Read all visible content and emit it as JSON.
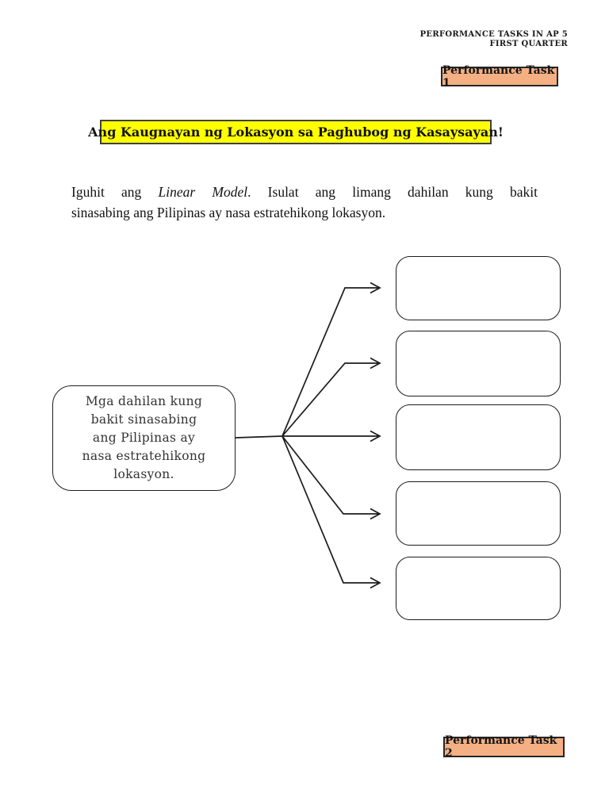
{
  "page": {
    "header": {
      "line1": "PERFORMANCE TASKS IN AP 5",
      "line2": "FIRST QUARTER"
    },
    "badges": {
      "task1": "Performance Task 1",
      "task2": "Performance Task 2"
    },
    "title": "Ang Kaugnayan ng Lokasyon sa Paghubog ng Kasaysayan!",
    "instructions": {
      "line1_pre": "Iguhit ang ",
      "line1_italic": "Linear Model",
      "line1_post": ". Isulat ang limang dahilan kung bakit",
      "line2": "sinasabing ang Pilipinas ay nasa estratehikong lokasyon."
    },
    "diagram": {
      "center_label": "Mga dahilan kung bakit sinasabing ang Pilipinas ay nasa estratehikong lokasyon.",
      "center_lines": [
        "Mga dahilan kung",
        "bakit sinasabing",
        "ang Pilipinas ay",
        "nasa estratehikong",
        "lokasyon."
      ],
      "branch_count": 5,
      "answer_boxes": [
        "",
        "",
        "",
        "",
        ""
      ]
    },
    "colors": {
      "badge_bg": "#F4B083",
      "badge_border": "#262626",
      "title_bg": "#FFFF00",
      "title_border": "#3F3F3F",
      "line_color": "#1C1C1C",
      "page_bg": "#FFFFFF"
    }
  }
}
